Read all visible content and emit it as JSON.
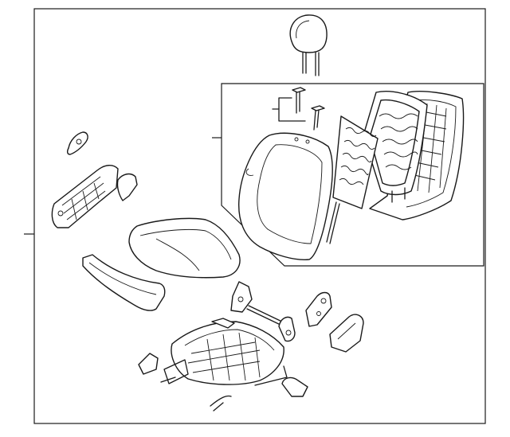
{
  "diagram": {
    "frame_color": "#1a1a1a",
    "background": "#ffffff",
    "parts": [
      {
        "id": "headrest",
        "icon": "headrest-icon"
      },
      {
        "id": "seat-back-frame",
        "icon": "seat-back-frame-icon"
      },
      {
        "id": "seat-back-pad",
        "icon": "seat-back-pad-icon"
      },
      {
        "id": "lumbar-support",
        "icon": "lumbar-support-icon"
      },
      {
        "id": "seat-back-cover",
        "icon": "seat-back-cover-icon"
      },
      {
        "id": "headrest-guides",
        "icon": "headrest-guide-icon"
      },
      {
        "id": "recliner-knob",
        "icon": "recliner-knob-icon"
      },
      {
        "id": "side-shield",
        "icon": "side-shield-icon"
      },
      {
        "id": "seat-cushion",
        "icon": "seat-cushion-icon"
      },
      {
        "id": "front-trim",
        "icon": "front-trim-icon"
      },
      {
        "id": "seat-track-frame",
        "icon": "seat-track-frame-icon"
      },
      {
        "id": "recliner-mechanism",
        "icon": "recliner-mechanism-icon"
      },
      {
        "id": "hinge-bracket",
        "icon": "hinge-bracket-icon"
      },
      {
        "id": "inner-cover",
        "icon": "inner-cover-icon"
      },
      {
        "id": "track-cover-left",
        "icon": "track-cover-icon"
      },
      {
        "id": "track-cover-right",
        "icon": "track-cover-icon"
      }
    ]
  }
}
